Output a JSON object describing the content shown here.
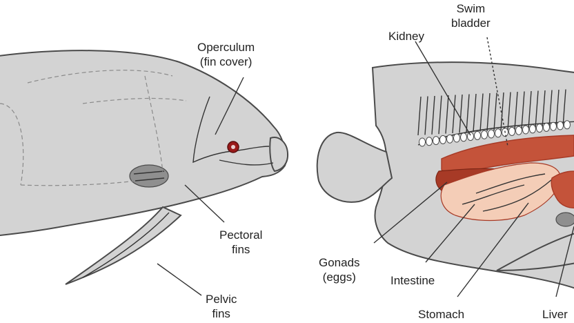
{
  "colors": {
    "body_fill": "#d3d3d3",
    "outline": "#4a4a4a",
    "line": "#333333",
    "eye": "#9a1a1a",
    "organ_red": "#c4533a",
    "organ_dark": "#a73a26",
    "organ_pink": "#f4cdb7",
    "vertebra": "#ffffff"
  },
  "left_fish": {
    "operculum": {
      "line1": "Operculum",
      "line2": "(fin cover)"
    },
    "pectoral": {
      "line1": "Pectoral",
      "line2": "fins"
    },
    "pelvic": {
      "line1": "Pelvic",
      "line2": "fins"
    }
  },
  "right_fish": {
    "swim_bladder": {
      "line1": "Swim",
      "line2": "bladder"
    },
    "kidney": {
      "line1": "Kidney"
    },
    "gonads": {
      "line1": "Gonads",
      "line2": "(eggs)"
    },
    "intestine": {
      "line1": "Intestine"
    },
    "stomach": {
      "line1": "Stomach"
    },
    "liver": {
      "line1": "Liver"
    }
  }
}
